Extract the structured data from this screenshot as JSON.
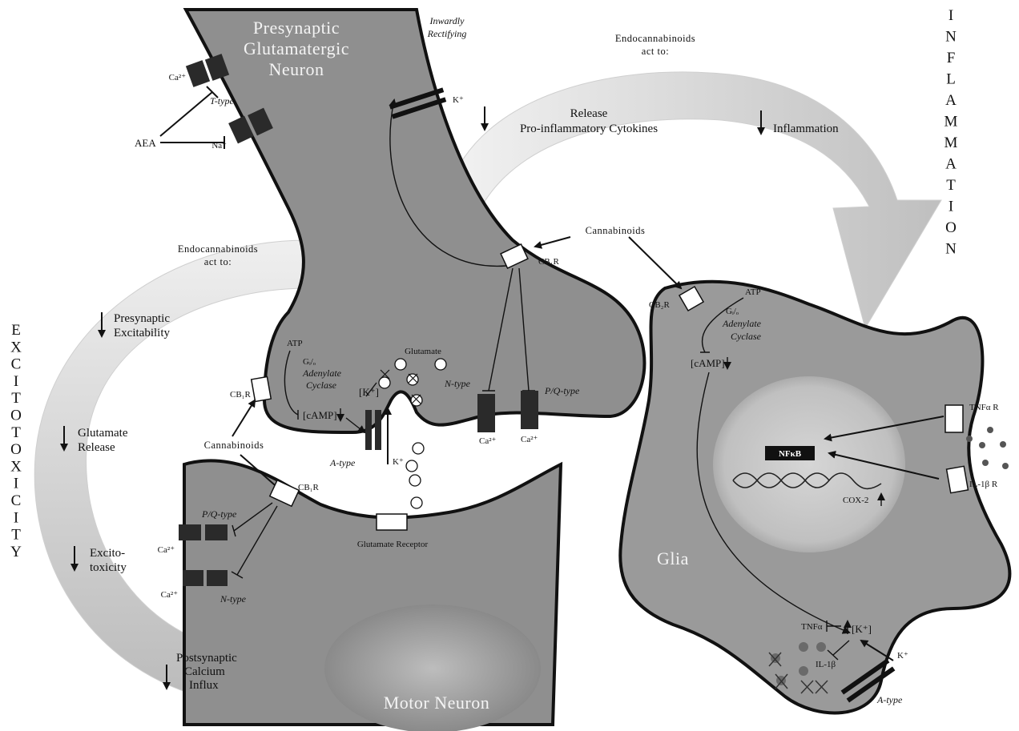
{
  "titles": {
    "presynaptic_1": "Presynaptic",
    "presynaptic_2": "Glutamatergic",
    "presynaptic_3": "Neuron",
    "motor": "Motor Neuron",
    "glia": "Glia"
  },
  "vertical": {
    "inflammation": [
      "I",
      "N",
      "F",
      "L",
      "A",
      "M",
      "M",
      "A",
      "T",
      "I",
      "O",
      "N"
    ],
    "excitotoxicity": [
      "E",
      "X",
      "C",
      "I",
      "T",
      "O",
      "T",
      "O",
      "X",
      "I",
      "C",
      "I",
      "T",
      "Y"
    ]
  },
  "top_channels": {
    "ca": "Ca²⁺",
    "ttype": "T-type",
    "na": "Na⁺",
    "aea": "AEA",
    "inward_1": "Inwardly",
    "inward_2": "Rectifying",
    "k": "K⁺"
  },
  "inflammation_box": {
    "heading_1": "Endocannabinoids",
    "heading_2": "act to:",
    "release": "Release",
    "cytokines": "Pro-inflammatory Cytokines",
    "inflammation": "Inflammation"
  },
  "excitotoxicity_box": {
    "heading_1": "Endocannabinoids",
    "heading_2": "act to:",
    "item1_1": "Presynaptic",
    "item1_2": "Excitability",
    "item2_1": "Glutamate",
    "item2_2": "Release",
    "item3_1": "Excito-",
    "item3_2": "toxicity",
    "item4_1": "Postsynaptic",
    "item4_2": "Calcium",
    "item4_3": "Influx"
  },
  "pre_terminal": {
    "cb1r_top": "CB₁R",
    "cannabinoids_top": "Cannabinoids",
    "atp": "ATP",
    "gio": "Gᵢ/ₒ",
    "adenylate": "Adenylate",
    "cyclase": "Cyclase",
    "camp": "[cAMP]",
    "cb1r_left": "CB₁R",
    "glutamate": "Glutamate",
    "ntype": "N-type",
    "pqtype": "P/Q-type",
    "k_conc": "[K⁺]",
    "atype": "A-type",
    "k": "K⁺",
    "ca1": "Ca²⁺",
    "ca2": "Ca²⁺",
    "cannabinoids_mid": "Cannabinoids"
  },
  "post": {
    "cb1r": "CB₁R",
    "pqtype": "P/Q-type",
    "ca1": "Ca²⁺",
    "ca2": "Ca²⁺",
    "ntype": "N-type",
    "receptor": "Glutamate Receptor"
  },
  "glia": {
    "cb2r": "CB₂R",
    "atp": "ATP",
    "gio": "Gᵢ/ₒ",
    "adenylate": "Adenylate",
    "cyclase": "Cyclase",
    "camp": "[cAMP]",
    "tnfr": "TNFα R",
    "il1r": "IL-1β R",
    "nfkb": "NFκB",
    "cox2": "COX-2",
    "tnfa": "TNFα",
    "k_conc": "[K⁺]",
    "il1b": "IL-1β",
    "k": "K⁺",
    "atype": "A-type"
  },
  "colors": {
    "neuron_fill": "#8f8f8f",
    "glia_fill": "#9a9a9a",
    "nucleus": "#c4c4c4",
    "arrow_band": "#d8d8d8",
    "outline": "#111111",
    "channel": "#2a2a2a"
  }
}
